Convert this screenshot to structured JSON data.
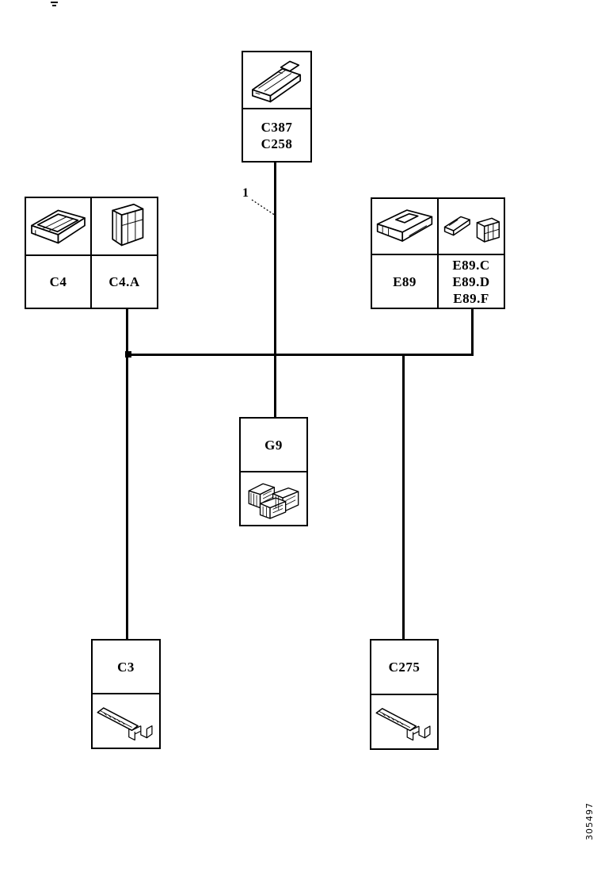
{
  "page": {
    "paper_color": "#ffffff",
    "ink_color": "#000000",
    "corner_number": "305497"
  },
  "callout": {
    "label": "1"
  },
  "nodes": {
    "top": {
      "labels": [
        "C387",
        "C258"
      ],
      "icon": "fuse-relay-connector"
    },
    "left": {
      "cells": [
        {
          "label": "C4",
          "icon": "relay-carrier"
        },
        {
          "label": "C4.A",
          "icon": "relay-module"
        }
      ]
    },
    "right": {
      "cells": [
        {
          "label": "E89",
          "icon": "control-unit"
        },
        {
          "labels": [
            "E89.C",
            "E89.D",
            "E89.F"
          ],
          "icon": "connector-pair"
        }
      ]
    },
    "center": {
      "label": "G9",
      "icon": "relay-cluster"
    },
    "bottom_left": {
      "label": "C3",
      "icon": "terminal-strip"
    },
    "bottom_right": {
      "label": "C275",
      "icon": "terminal-strip"
    }
  }
}
